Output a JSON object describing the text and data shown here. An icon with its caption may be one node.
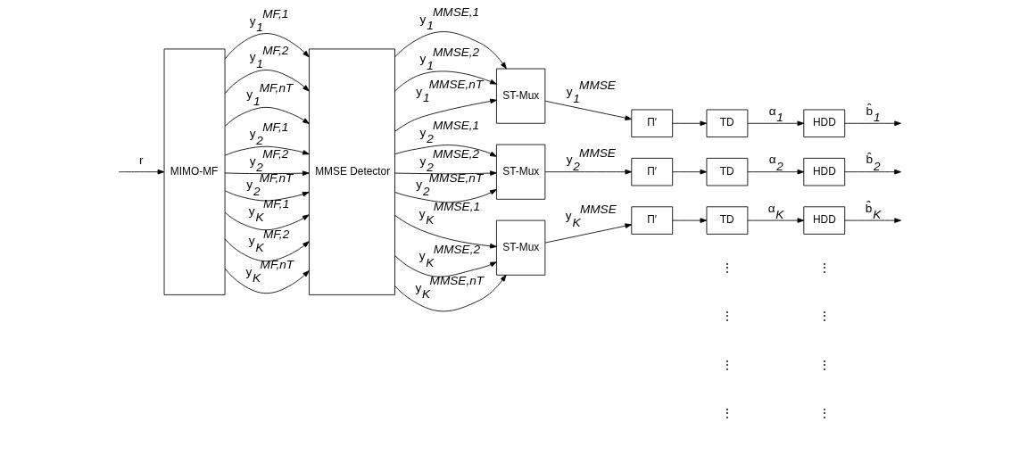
{
  "diagram": {
    "nodes": [
      {
        "text": [
          "MIMO-MF"
        ]
      },
      {
        "text": [
          "MMSE Detector"
        ]
      },
      {
        "text": [
          "ST-Mux"
        ]
      },
      {
        "text": [
          "ST-Mux"
        ]
      },
      {
        "text": [
          "ST-Mux"
        ]
      },
      {
        "text": [
          "Π′"
        ]
      },
      {
        "text": [
          "Π′"
        ]
      },
      {
        "text": [
          "Π′"
        ]
      },
      {
        "text": [
          "TD"
        ]
      },
      {
        "text": [
          "TD"
        ]
      },
      {
        "text": [
          "TD"
        ]
      },
      {
        "text": [
          "HDD"
        ]
      },
      {
        "text": [
          "HDD"
        ]
      },
      {
        "text": [
          "HDD"
        ]
      }
    ],
    "edges": [
      {
        "from": null,
        "to": 0,
        "arrow": "to",
        "label": "r"
      },
      {
        "from": 0,
        "to": 1,
        "arrow": "to",
        "label": "y$_{1}$$^{MF,1}$"
      },
      {
        "from": 0,
        "to": 1,
        "arrow": "to",
        "label": "y$_{1}$$^{MF,2}$"
      },
      {
        "from": 0,
        "to": 1,
        "arrow": "to",
        "label": "y$_{1}$$^{MF,nT}$"
      },
      {
        "from": 0,
        "to": 1,
        "arrow": "to",
        "label": "y$_{2}$$^{MF,1}$"
      },
      {
        "from": 0,
        "to": 1,
        "arrow": "to",
        "label": "y$_{2}$$^{MF,2}$"
      },
      {
        "from": 0,
        "to": 1,
        "arrow": "to",
        "label": "y$_{2}$$^{MF,nT}$"
      },
      {
        "from": 0,
        "to": 1,
        "arrow": "to",
        "label": "y$_{K}$$^{MF,1}$"
      },
      {
        "from": 0,
        "to": 1,
        "arrow": "to",
        "label": "y$_{K}$$^{MF,2}$"
      },
      {
        "from": 0,
        "to": 1,
        "arrow": "to",
        "label": "y$_{K}$$^{MF,nT}$"
      },
      {
        "from": 1,
        "to": 2,
        "arrow": "to",
        "label": "y$_{1}$$^{MMSE,1}$"
      },
      {
        "from": 1,
        "to": 2,
        "arrow": "to",
        "label": "y$_{1}$$^{MMSE,2}$"
      },
      {
        "from": 1,
        "to": 2,
        "arrow": "to",
        "label": "y$_{1}$$^{MMSE,nT}$"
      },
      {
        "from": 1,
        "to": 3,
        "arrow": "to",
        "label": "y$_{2}$$^{MMSE,1}$"
      },
      {
        "from": 1,
        "to": 3,
        "arrow": "to",
        "label": "y$_{2}$$^{MMSE,2}$"
      },
      {
        "from": 1,
        "to": 3,
        "arrow": "to",
        "label": "y$_{2}$$^{MMSE,nT}$"
      },
      {
        "from": 1,
        "to": 4,
        "arrow": "to",
        "label": "y$_{K}$$^{MMSE,1}$"
      },
      {
        "from": 1,
        "to": 4,
        "arrow": "to",
        "label": "y$_{K}$$^{MMSE,2}$"
      },
      {
        "from": 1,
        "to": 4,
        "arrow": "to",
        "label": "y$_{K}$$^{MMSE,nT}$"
      },
      {
        "from": 2,
        "to": 5,
        "arrow": "to",
        "label": "y$_{1}$$^{MMSE}$"
      },
      {
        "from": 3,
        "to": 6,
        "arrow": "to",
        "label": "y$_{2}$$^{MMSE}$"
      },
      {
        "from": 4,
        "to": 7,
        "arrow": "to",
        "label": "y$_{K}$$^{MMSE}$"
      },
      {
        "from": 5,
        "to": 8,
        "arrow": "to"
      },
      {
        "from": 6,
        "to": 9,
        "arrow": "to"
      },
      {
        "from": 7,
        "to": 10,
        "arrow": "to"
      },
      {
        "from": 8,
        "to": 11,
        "arrow": "to",
        "label": "α$_{1}$"
      },
      {
        "from": 9,
        "to": 12,
        "arrow": "to",
        "label": "α$_{2}$"
      },
      {
        "from": 10,
        "to": 13,
        "arrow": "to",
        "label": "α$_{K}$"
      },
      {
        "from": 11,
        "to": null,
        "arrow": "to",
        "label": "b̂$_{1}$"
      },
      {
        "from": 12,
        "to": null,
        "arrow": "to",
        "label": "b̂$_{2}$"
      },
      {
        "from": 13,
        "to": null,
        "arrow": "to",
        "label": "b̂$_{K}$"
      }
    ],
    "labels": [
      "⋮",
      "⋮",
      "⋮",
      "⋮",
      "⋮",
      "⋮",
      "⋮",
      "⋮"
    ]
  }
}
